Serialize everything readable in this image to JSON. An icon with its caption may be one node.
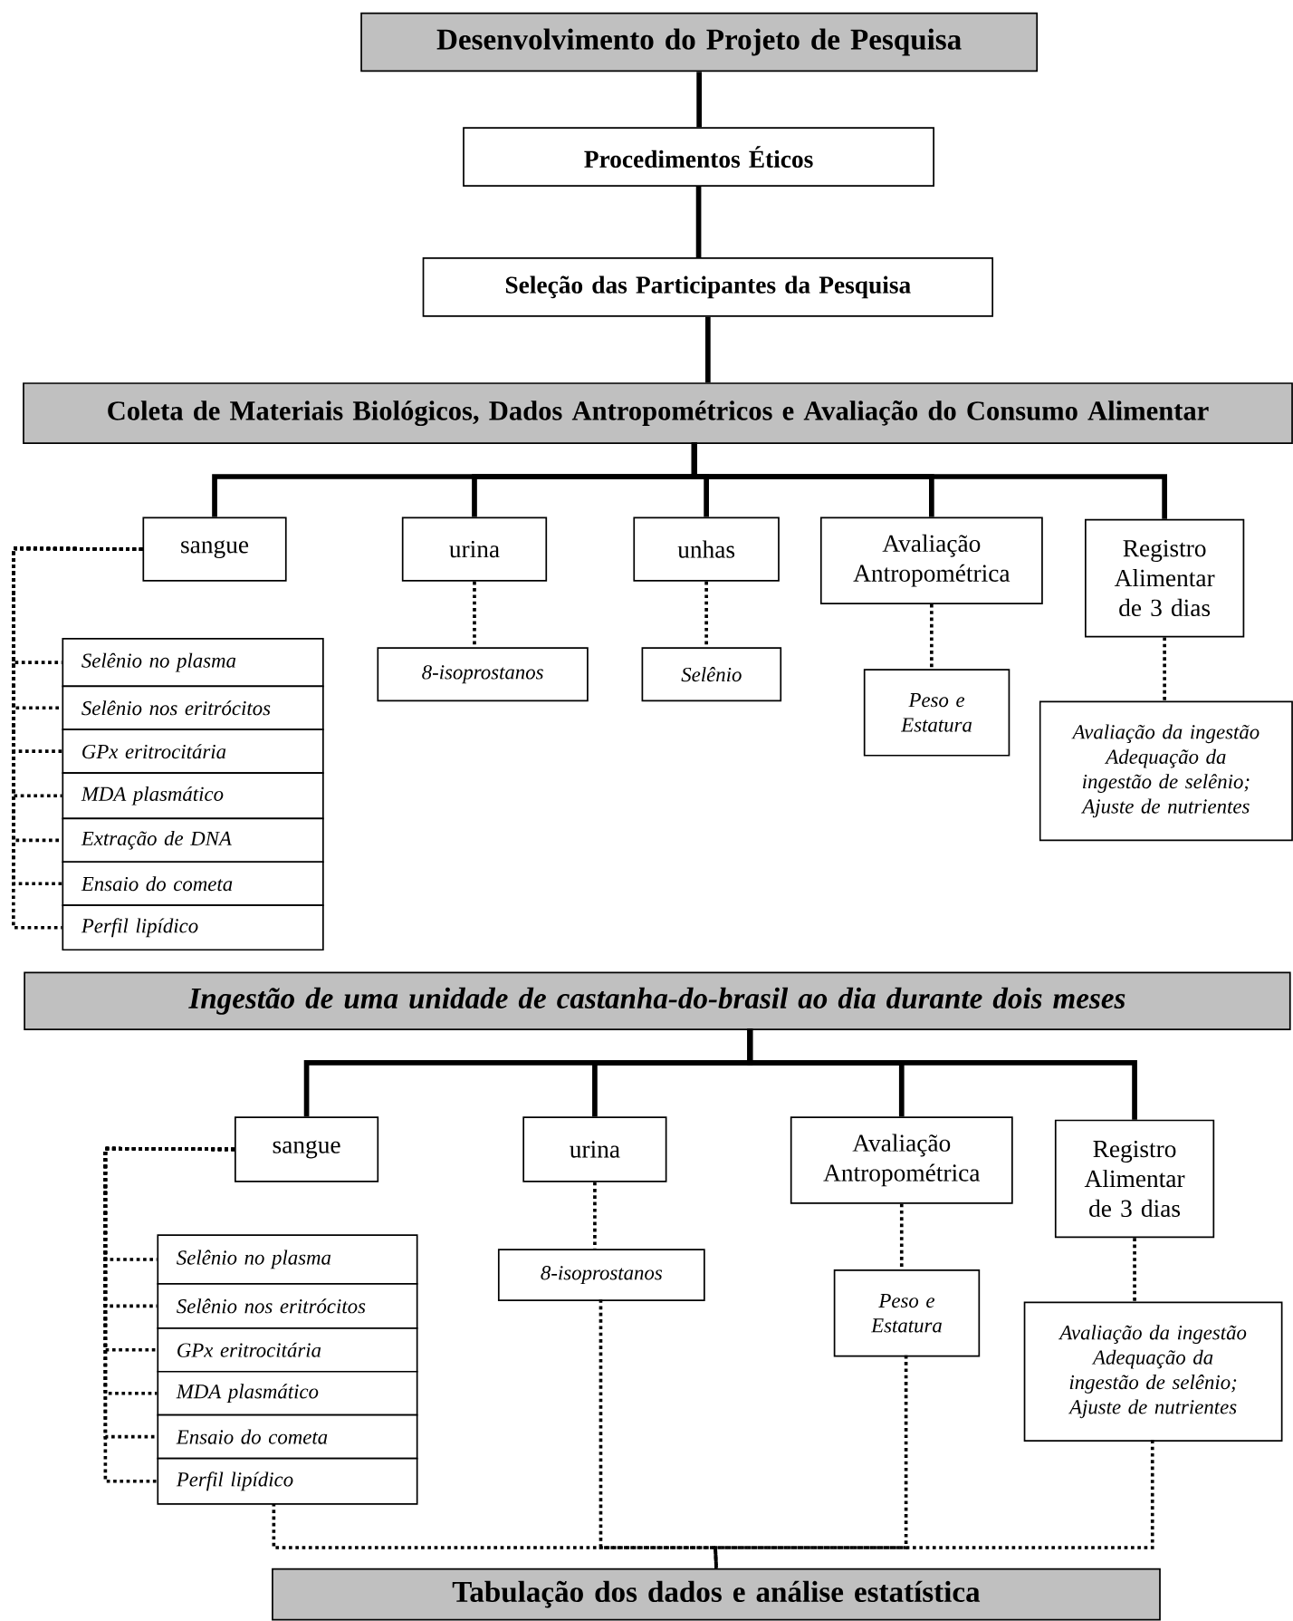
{
  "diagram": {
    "nodes": [
      {
        "text": [
          "Desenvolvimento do Projeto de Pesquisa"
        ]
      },
      {
        "text": [
          "Procedimentos Éticos"
        ]
      },
      {
        "text": [
          "Seleção das Participantes da Pesquisa"
        ]
      },
      {
        "text": [
          "Coleta de Materiais Biológicos, Dados Antropométricos e Avaliação do Consumo Alimentar"
        ]
      },
      {
        "text": [
          "sangue"
        ]
      },
      {
        "text": [
          "urina"
        ]
      },
      {
        "text": [
          "unhas"
        ]
      },
      {
        "text": [
          "Avaliação Antropométrica"
        ]
      },
      {
        "text": [
          "Registro Alimentar de 3 dias"
        ]
      },
      {
        "text": [
          "Selênio no plasma"
        ]
      },
      {
        "text": [
          "Selênio nos eritrócitos"
        ]
      },
      {
        "text": [
          "GPx eritrocitária"
        ]
      },
      {
        "text": [
          "MDA plasmático"
        ]
      },
      {
        "text": [
          "Extração de DNA"
        ]
      },
      {
        "text": [
          "Ensaio do cometa"
        ]
      },
      {
        "text": [
          "Perfil lipídico"
        ]
      },
      {
        "text": [
          "8-isoprostanos"
        ]
      },
      {
        "text": [
          "Selênio"
        ]
      },
      {
        "text": [
          "Peso e Estatura"
        ]
      },
      {
        "text": [
          "Avaliação da ingestão",
          "Adequação da ingestão de selênio;",
          "Ajuste de nutrientes"
        ]
      },
      {
        "text": [
          "Ingestão de uma unidade de castanha-do-brasil ao dia durante dois meses"
        ]
      },
      {
        "text": [
          "sangue"
        ]
      },
      {
        "text": [
          "urina"
        ]
      },
      {
        "text": [
          "Avaliação Antropométrica"
        ]
      },
      {
        "text": [
          "Registro Alimentar de 3 dias"
        ]
      },
      {
        "text": [
          "Selênio no plasma"
        ]
      },
      {
        "text": [
          "Selênio nos eritrócitos"
        ]
      },
      {
        "text": [
          "GPx eritrocitária"
        ]
      },
      {
        "text": [
          "MDA plasmático"
        ]
      },
      {
        "text": [
          "Ensaio do cometa"
        ]
      },
      {
        "text": [
          "Perfil lipídico"
        ]
      },
      {
        "text": [
          "8-isoprostanos"
        ]
      },
      {
        "text": [
          "Peso e Estatura"
        ]
      },
      {
        "text": [
          "Avaliação da ingestão",
          "Adequação da ingestão de selênio;",
          "Ajuste de nutrientes"
        ]
      },
      {
        "text": [
          "Tabulação dos dados e análise estatística"
        ]
      }
    ],
    "edges": [
      {
        "from": 0,
        "to": 1,
        "arrow": "none"
      },
      {
        "from": 1,
        "to": 2,
        "arrow": "none"
      },
      {
        "from": 2,
        "to": 3,
        "arrow": "none"
      },
      {
        "from": 3,
        "to": 4,
        "arrow": "none"
      },
      {
        "from": 3,
        "to": 5,
        "arrow": "none"
      },
      {
        "from": 3,
        "to": 6,
        "arrow": "none"
      },
      {
        "from": 3,
        "to": 7,
        "arrow": "none"
      },
      {
        "from": 3,
        "to": 8,
        "arrow": "none"
      },
      {
        "from": 4,
        "to": 9,
        "arrow": "none",
        "style": "dashed"
      },
      {
        "from": 4,
        "to": 10,
        "arrow": "none",
        "style": "dashed"
      },
      {
        "from": 4,
        "to": 11,
        "arrow": "none",
        "style": "dashed"
      },
      {
        "from": 4,
        "to": 12,
        "arrow": "none",
        "style": "dashed"
      },
      {
        "from": 4,
        "to": 13,
        "arrow": "none",
        "style": "dashed"
      },
      {
        "from": 4,
        "to": 14,
        "arrow": "none",
        "style": "dashed"
      },
      {
        "from": 4,
        "to": 15,
        "arrow": "none",
        "style": "dashed"
      },
      {
        "from": 5,
        "to": 16,
        "arrow": "none",
        "style": "dashed"
      },
      {
        "from": 6,
        "to": 17,
        "arrow": "none",
        "style": "dashed"
      },
      {
        "from": 7,
        "to": 18,
        "arrow": "none",
        "style": "dashed"
      },
      {
        "from": 8,
        "to": 19,
        "arrow": "none",
        "style": "dashed"
      },
      {
        "from": 20,
        "to": 21,
        "arrow": "none"
      },
      {
        "from": 20,
        "to": 22,
        "arrow": "none"
      },
      {
        "from": 20,
        "to": 23,
        "arrow": "none"
      },
      {
        "from": 20,
        "to": 24,
        "arrow": "none"
      },
      {
        "from": 21,
        "to": 25,
        "arrow": "none",
        "style": "dashed"
      },
      {
        "from": 21,
        "to": 26,
        "arrow": "none",
        "style": "dashed"
      },
      {
        "from": 21,
        "to": 27,
        "arrow": "none",
        "style": "dashed"
      },
      {
        "from": 21,
        "to": 28,
        "arrow": "none",
        "style": "dashed"
      },
      {
        "from": 21,
        "to": 29,
        "arrow": "none",
        "style": "dashed"
      },
      {
        "from": 21,
        "to": 30,
        "arrow": "none",
        "style": "dashed"
      },
      {
        "from": 22,
        "to": 31,
        "arrow": "none",
        "style": "dashed"
      },
      {
        "from": 23,
        "to": 32,
        "arrow": "none",
        "style": "dashed"
      },
      {
        "from": 24,
        "to": 33,
        "arrow": "none",
        "style": "dashed"
      },
      {
        "from": 30,
        "to": 34,
        "arrow": "none",
        "style": "dashed"
      },
      {
        "from": 31,
        "to": 34,
        "arrow": "none",
        "style": "dashed"
      },
      {
        "from": 32,
        "to": 34,
        "arrow": "none",
        "style": "dashed"
      },
      {
        "from": 33,
        "to": 34,
        "arrow": "none",
        "style": "dashed"
      }
    ]
  }
}
